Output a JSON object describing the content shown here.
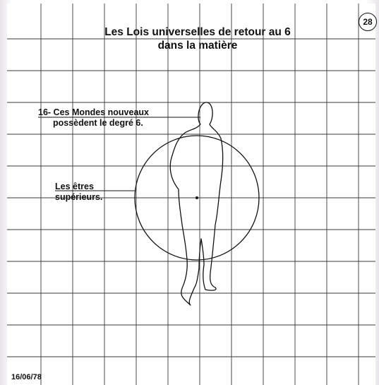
{
  "title": {
    "line1": "Les Lois universelles de retour au 6",
    "line2": "dans la matière"
  },
  "page_number": "28",
  "annotations": {
    "worlds_line1": "16- Ces Mondes nouveaux",
    "worlds_line2": "possèdent le degré 6.",
    "beings_line1": "Les êtres",
    "beings_line2": "supérieurs."
  },
  "date": "16/06/78",
  "colors": {
    "grid": "#3a3a3a",
    "ink": "#111111",
    "border_tint": "#e9e4ea"
  }
}
